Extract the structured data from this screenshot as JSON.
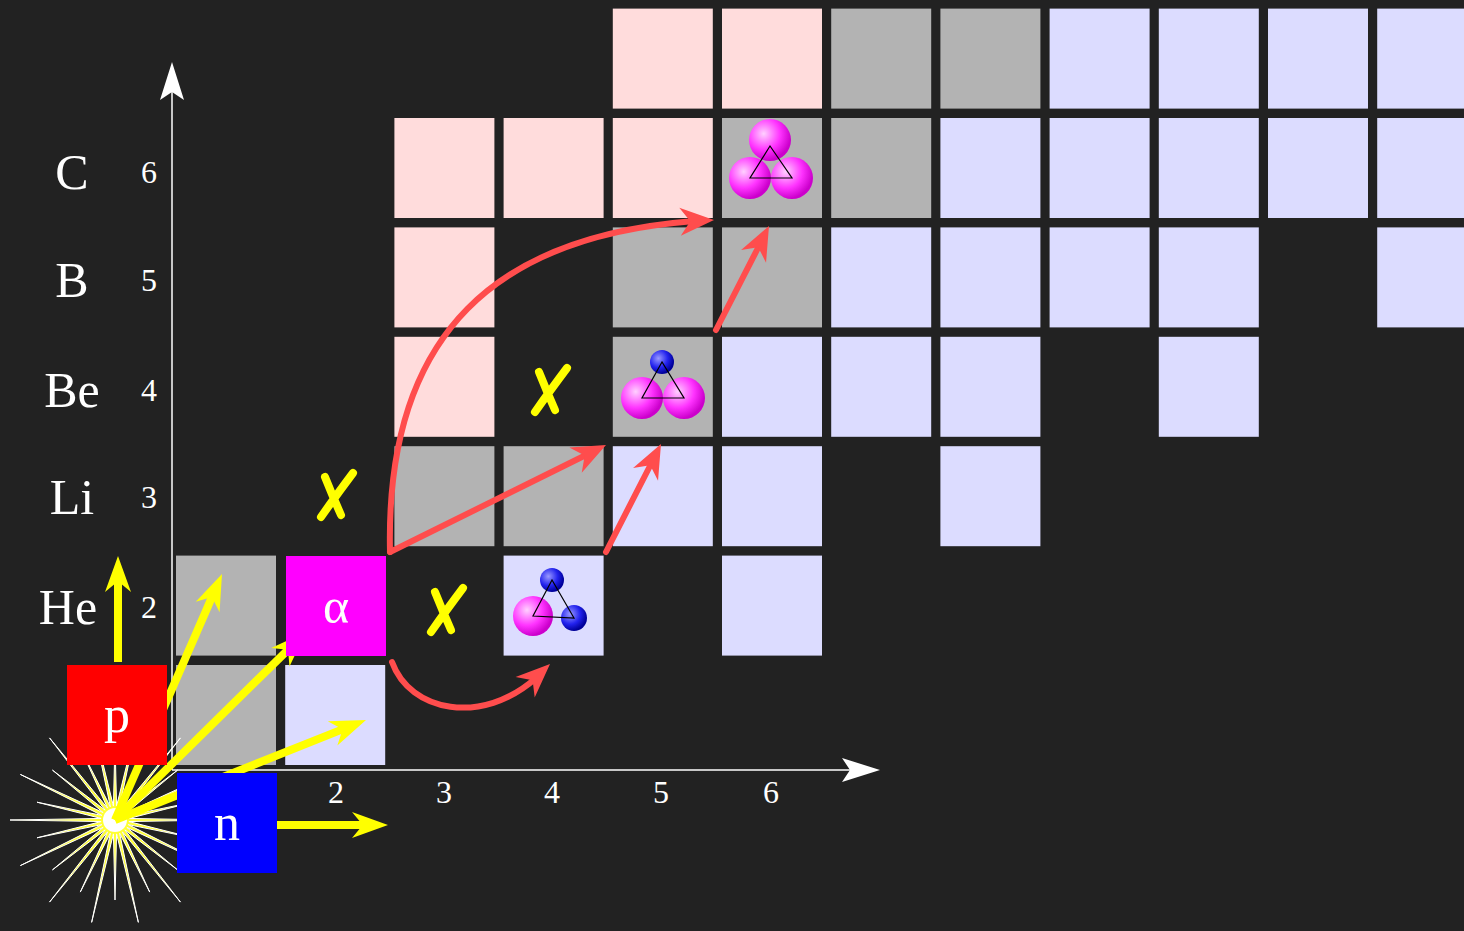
{
  "diagram": {
    "nodes": [
      {
        "text": [
          "α"
        ]
      },
      {
        "text": [
          "p"
        ]
      },
      {
        "text": [
          "n"
        ]
      }
    ],
    "labels": [
      "C",
      "6",
      "B",
      "5",
      "Be",
      "4",
      "Li",
      "3",
      "He",
      "2",
      "2",
      "3",
      "4",
      "5",
      "6"
    ]
  }
}
